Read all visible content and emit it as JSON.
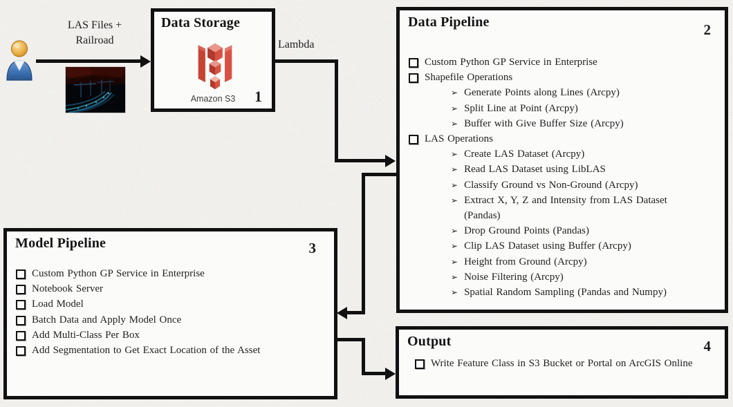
{
  "colors": {
    "canvas_bg": "#f2f1ee",
    "box_bg": "#fbfbfa",
    "line": "#111111",
    "s3_red": "#cf4a3c",
    "s3_red_dark": "#a93a2c",
    "s3_red_light": "#e2796c",
    "actor_blue": "#3f74b5",
    "actor_gold": "#e8a33d"
  },
  "flow": {
    "input_label": "LAS Files +\nRailroad",
    "lambda_label": "Lambda"
  },
  "boxes": {
    "data_storage": {
      "title": "Data Storage",
      "number": "1",
      "icon_caption": "Amazon S3"
    },
    "data_pipeline": {
      "title": "Data Pipeline",
      "number": "2",
      "items": [
        {
          "level": 1,
          "text": "Custom Python GP Service in Enterprise"
        },
        {
          "level": 1,
          "text": "Shapefile Operations"
        },
        {
          "level": 2,
          "text": "Generate Points along Lines (Arcpy)"
        },
        {
          "level": 2,
          "text": "Split Line at Point (Arcpy)"
        },
        {
          "level": 2,
          "text": "Buffer with Give Buffer Size (Arcpy)"
        },
        {
          "level": 1,
          "text": "LAS Operations"
        },
        {
          "level": 2,
          "text": "Create LAS Dataset (Arcpy)"
        },
        {
          "level": 2,
          "text": "Read LAS Dataset using LibLAS"
        },
        {
          "level": 2,
          "text": "Classify Ground vs Non-Ground (Arcpy)"
        },
        {
          "level": 2,
          "text": "Extract X, Y, Z and Intensity from LAS Dataset (Pandas)"
        },
        {
          "level": 2,
          "text": "Drop Ground Points (Pandas)"
        },
        {
          "level": 2,
          "text": "Clip LAS Dataset using Buffer (Arcpy)"
        },
        {
          "level": 2,
          "text": "Height from Ground (Arcpy)"
        },
        {
          "level": 2,
          "text": "Noise Filtering (Arcpy)"
        },
        {
          "level": 2,
          "text": "Spatial Random Sampling (Pandas and Numpy)"
        }
      ]
    },
    "model_pipeline": {
      "title": "Model Pipeline",
      "number": "3",
      "items": [
        {
          "level": 1,
          "text": "Custom Python GP Service in Enterprise"
        },
        {
          "level": 1,
          "text": "Notebook Server"
        },
        {
          "level": 1,
          "text": "Load Model"
        },
        {
          "level": 1,
          "text": "Batch Data and Apply Model Once"
        },
        {
          "level": 1,
          "text": "Add Multi-Class Per Box"
        },
        {
          "level": 1,
          "text": "Add Segmentation to Get Exact Location of the Asset"
        }
      ]
    },
    "output": {
      "title": "Output",
      "number": "4",
      "items": [
        {
          "level": 1,
          "text": "Write Feature Class in S3 Bucket or Portal on ArcGIS Online"
        }
      ]
    }
  }
}
